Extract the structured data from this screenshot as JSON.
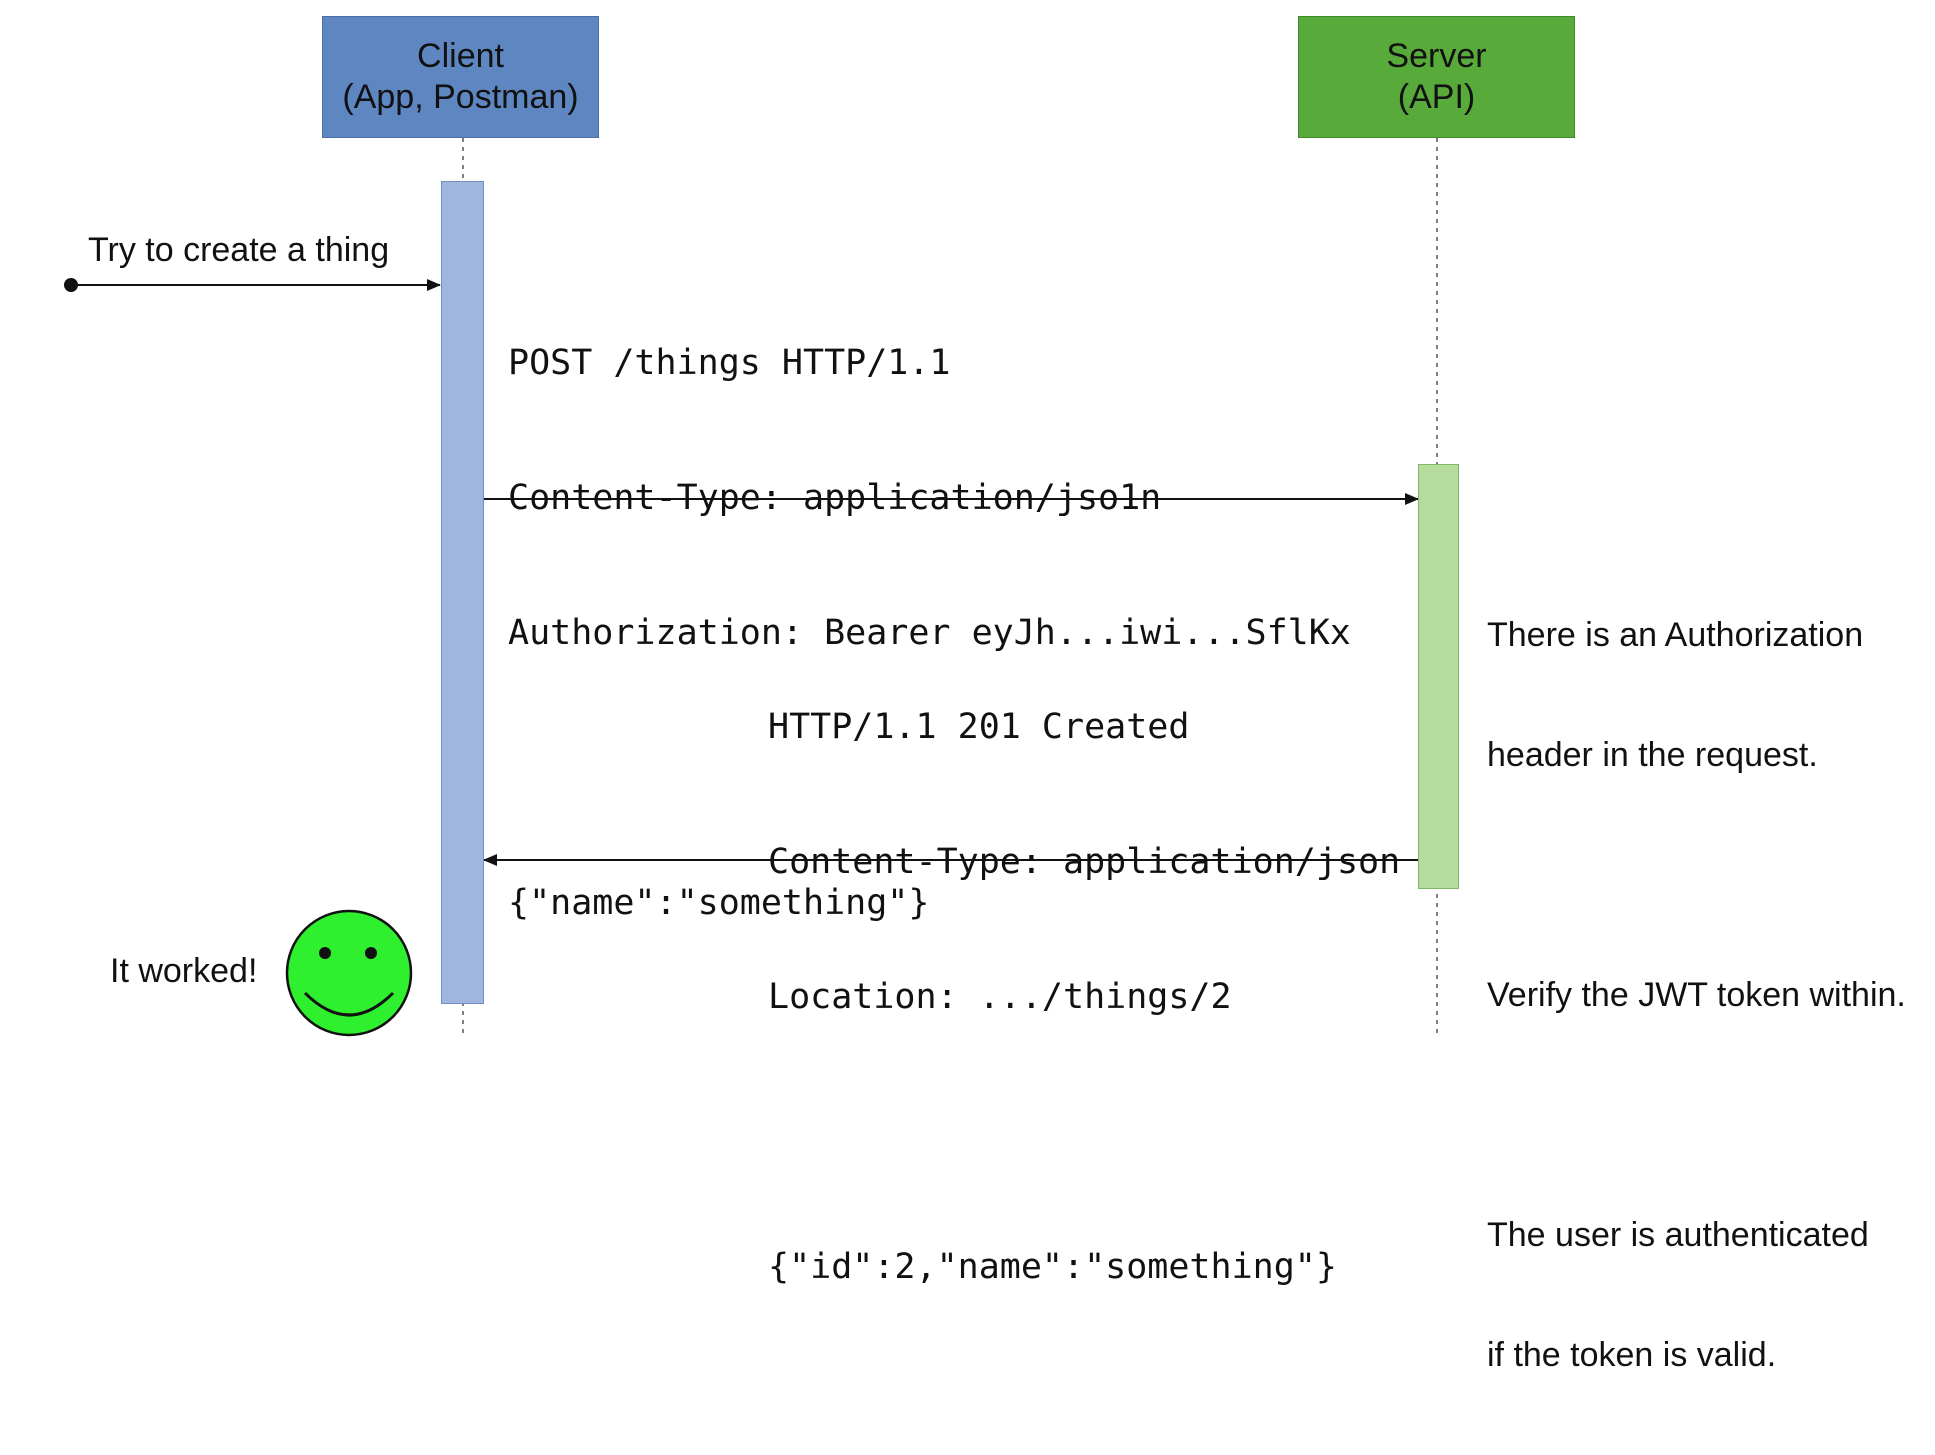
{
  "participants": {
    "client": {
      "line1": "Client",
      "line2": "(App, Postman)",
      "fill": "#5e87c2",
      "border": "#4a6fa5",
      "activation_fill": "#9fb7df",
      "activation_border": "#6f8fc6"
    },
    "server": {
      "line1": "Server",
      "line2": "(API)",
      "fill": "#58ab3b",
      "border": "#3f8a28",
      "activation_fill": "#b3dc9d",
      "activation_border": "#7fb867"
    }
  },
  "messages": {
    "start_label": "Try to create a thing",
    "request_lines": [
      "POST /things HTTP/1.1",
      "Content-Type: application/jso1n",
      "Authorization: Bearer eyJh...iwi...SflKx",
      "",
      "{\"name\":\"something\"}"
    ],
    "response_lines": [
      "HTTP/1.1 201 Created",
      "Content-Type: application/json",
      "Location: .../things/2",
      "",
      "{\"id\":2,\"name\":\"something\"}"
    ]
  },
  "note": {
    "lines": [
      "There is an Authorization",
      "header in the request.",
      "",
      "Verify the JWT token within.",
      "",
      "The user is authenticated",
      "if the token is valid."
    ]
  },
  "outcome": {
    "label": "It worked!",
    "icon": "smiley-face-icon",
    "color": "#2ef02e"
  }
}
